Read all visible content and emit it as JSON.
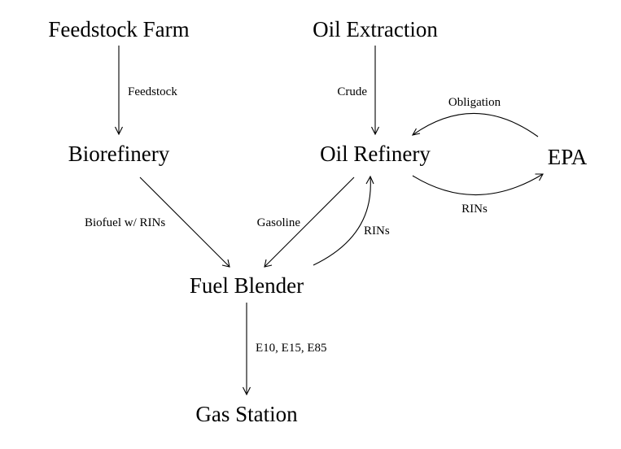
{
  "nodes": {
    "feedstock_farm": "Feedstock Farm",
    "oil_extraction": "Oil Extraction",
    "biorefinery": "Biorefinery",
    "oil_refinery": "Oil Refinery",
    "epa": "EPA",
    "fuel_blender": "Fuel Blender",
    "gas_station": "Gas Station"
  },
  "edges": {
    "feedstock": "Feedstock",
    "crude": "Crude",
    "obligation": "Obligation",
    "rins_refinery_to_epa": "RINs",
    "biofuel": "Biofuel w/ RINs",
    "gasoline": "Gasoline",
    "rins_blender_to_refinery": "RINs",
    "blends": "E10, E15, E85"
  },
  "colors": {
    "line": "#000000",
    "text": "#000000",
    "background": "#ffffff"
  }
}
